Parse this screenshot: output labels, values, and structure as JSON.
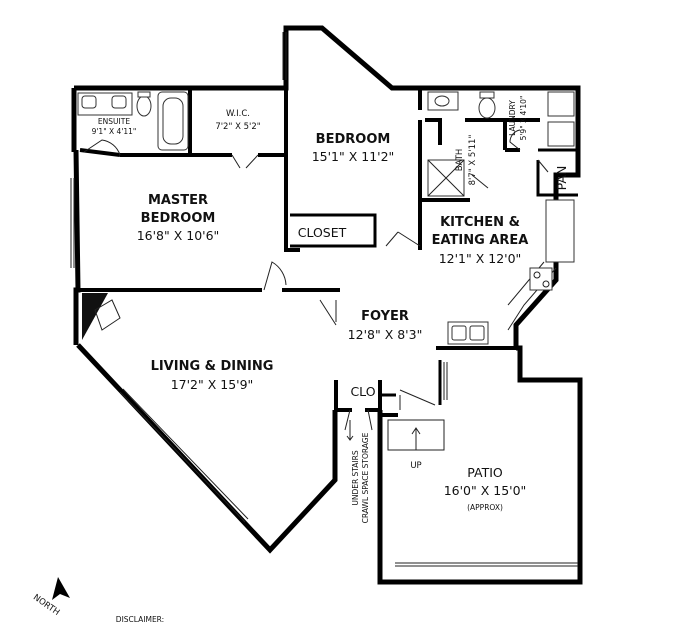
{
  "rooms": {
    "bedroom": {
      "name": "BEDROOM",
      "dims": "15'1\" X 11'2\""
    },
    "master": {
      "name1": "MASTER",
      "name2": "BEDROOM",
      "dims": "16'8\" X 10'6\""
    },
    "wic": {
      "name": "W.I.C.",
      "dims": "7'2\" X 5'2\""
    },
    "ensuite": {
      "name": "ENSUITE",
      "dims": "9'1\" X 4'11\""
    },
    "closet": {
      "name": "CLOSET"
    },
    "bath": {
      "name": "BATH",
      "dims": "8'7\" X 5'11\""
    },
    "laundry": {
      "name": "LAUNDRY",
      "dims": "5'9\" X 4'10\""
    },
    "pan": {
      "name": "PAN"
    },
    "kitchen": {
      "name1": "KITCHEN &",
      "name2": "EATING AREA",
      "dims": "12'1\" X 12'0\""
    },
    "foyer": {
      "name": "FOYER",
      "dims": "12'8\" X 8'3\""
    },
    "living": {
      "name": "LIVING & DINING",
      "dims": "17'2\" X 15'9\""
    },
    "clo": {
      "name": "CLO"
    },
    "patio": {
      "name": "PATIO",
      "dims": "16'0\" X 15'0\"",
      "note": "(APPROX)"
    }
  },
  "stairs": {
    "up": "UP",
    "under1": "UNDER STAIRS",
    "under2": "CRAWL SPACE STORAGE"
  },
  "compass": {
    "label": "NORTH"
  },
  "disclaimer": "DISCLAIMER:"
}
